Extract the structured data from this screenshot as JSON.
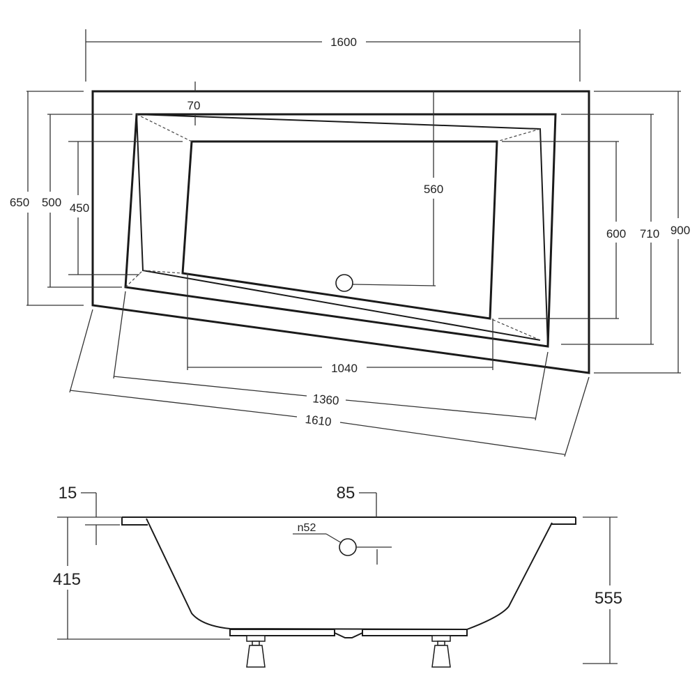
{
  "plan_view": {
    "dimensions": {
      "overall_width": "1600",
      "side_right_total": "900",
      "side_left_total": "650",
      "inner_right_outer": "710",
      "inner_right_inner": "600",
      "inner_left_outer": "500",
      "inner_left_inner": "450",
      "rim_width": "70",
      "depth_to_drain": "560",
      "bottom_length": "1040",
      "inner_diagonal": "1360",
      "outer_diagonal": "1610"
    }
  },
  "side_view": {
    "dimensions": {
      "rim_thickness": "15",
      "drain_offset": "85",
      "overflow_diameter": "n52",
      "inner_depth": "415",
      "total_height": "555"
    }
  },
  "colors": {
    "line": "#1a1a1a",
    "text": "#222222"
  }
}
